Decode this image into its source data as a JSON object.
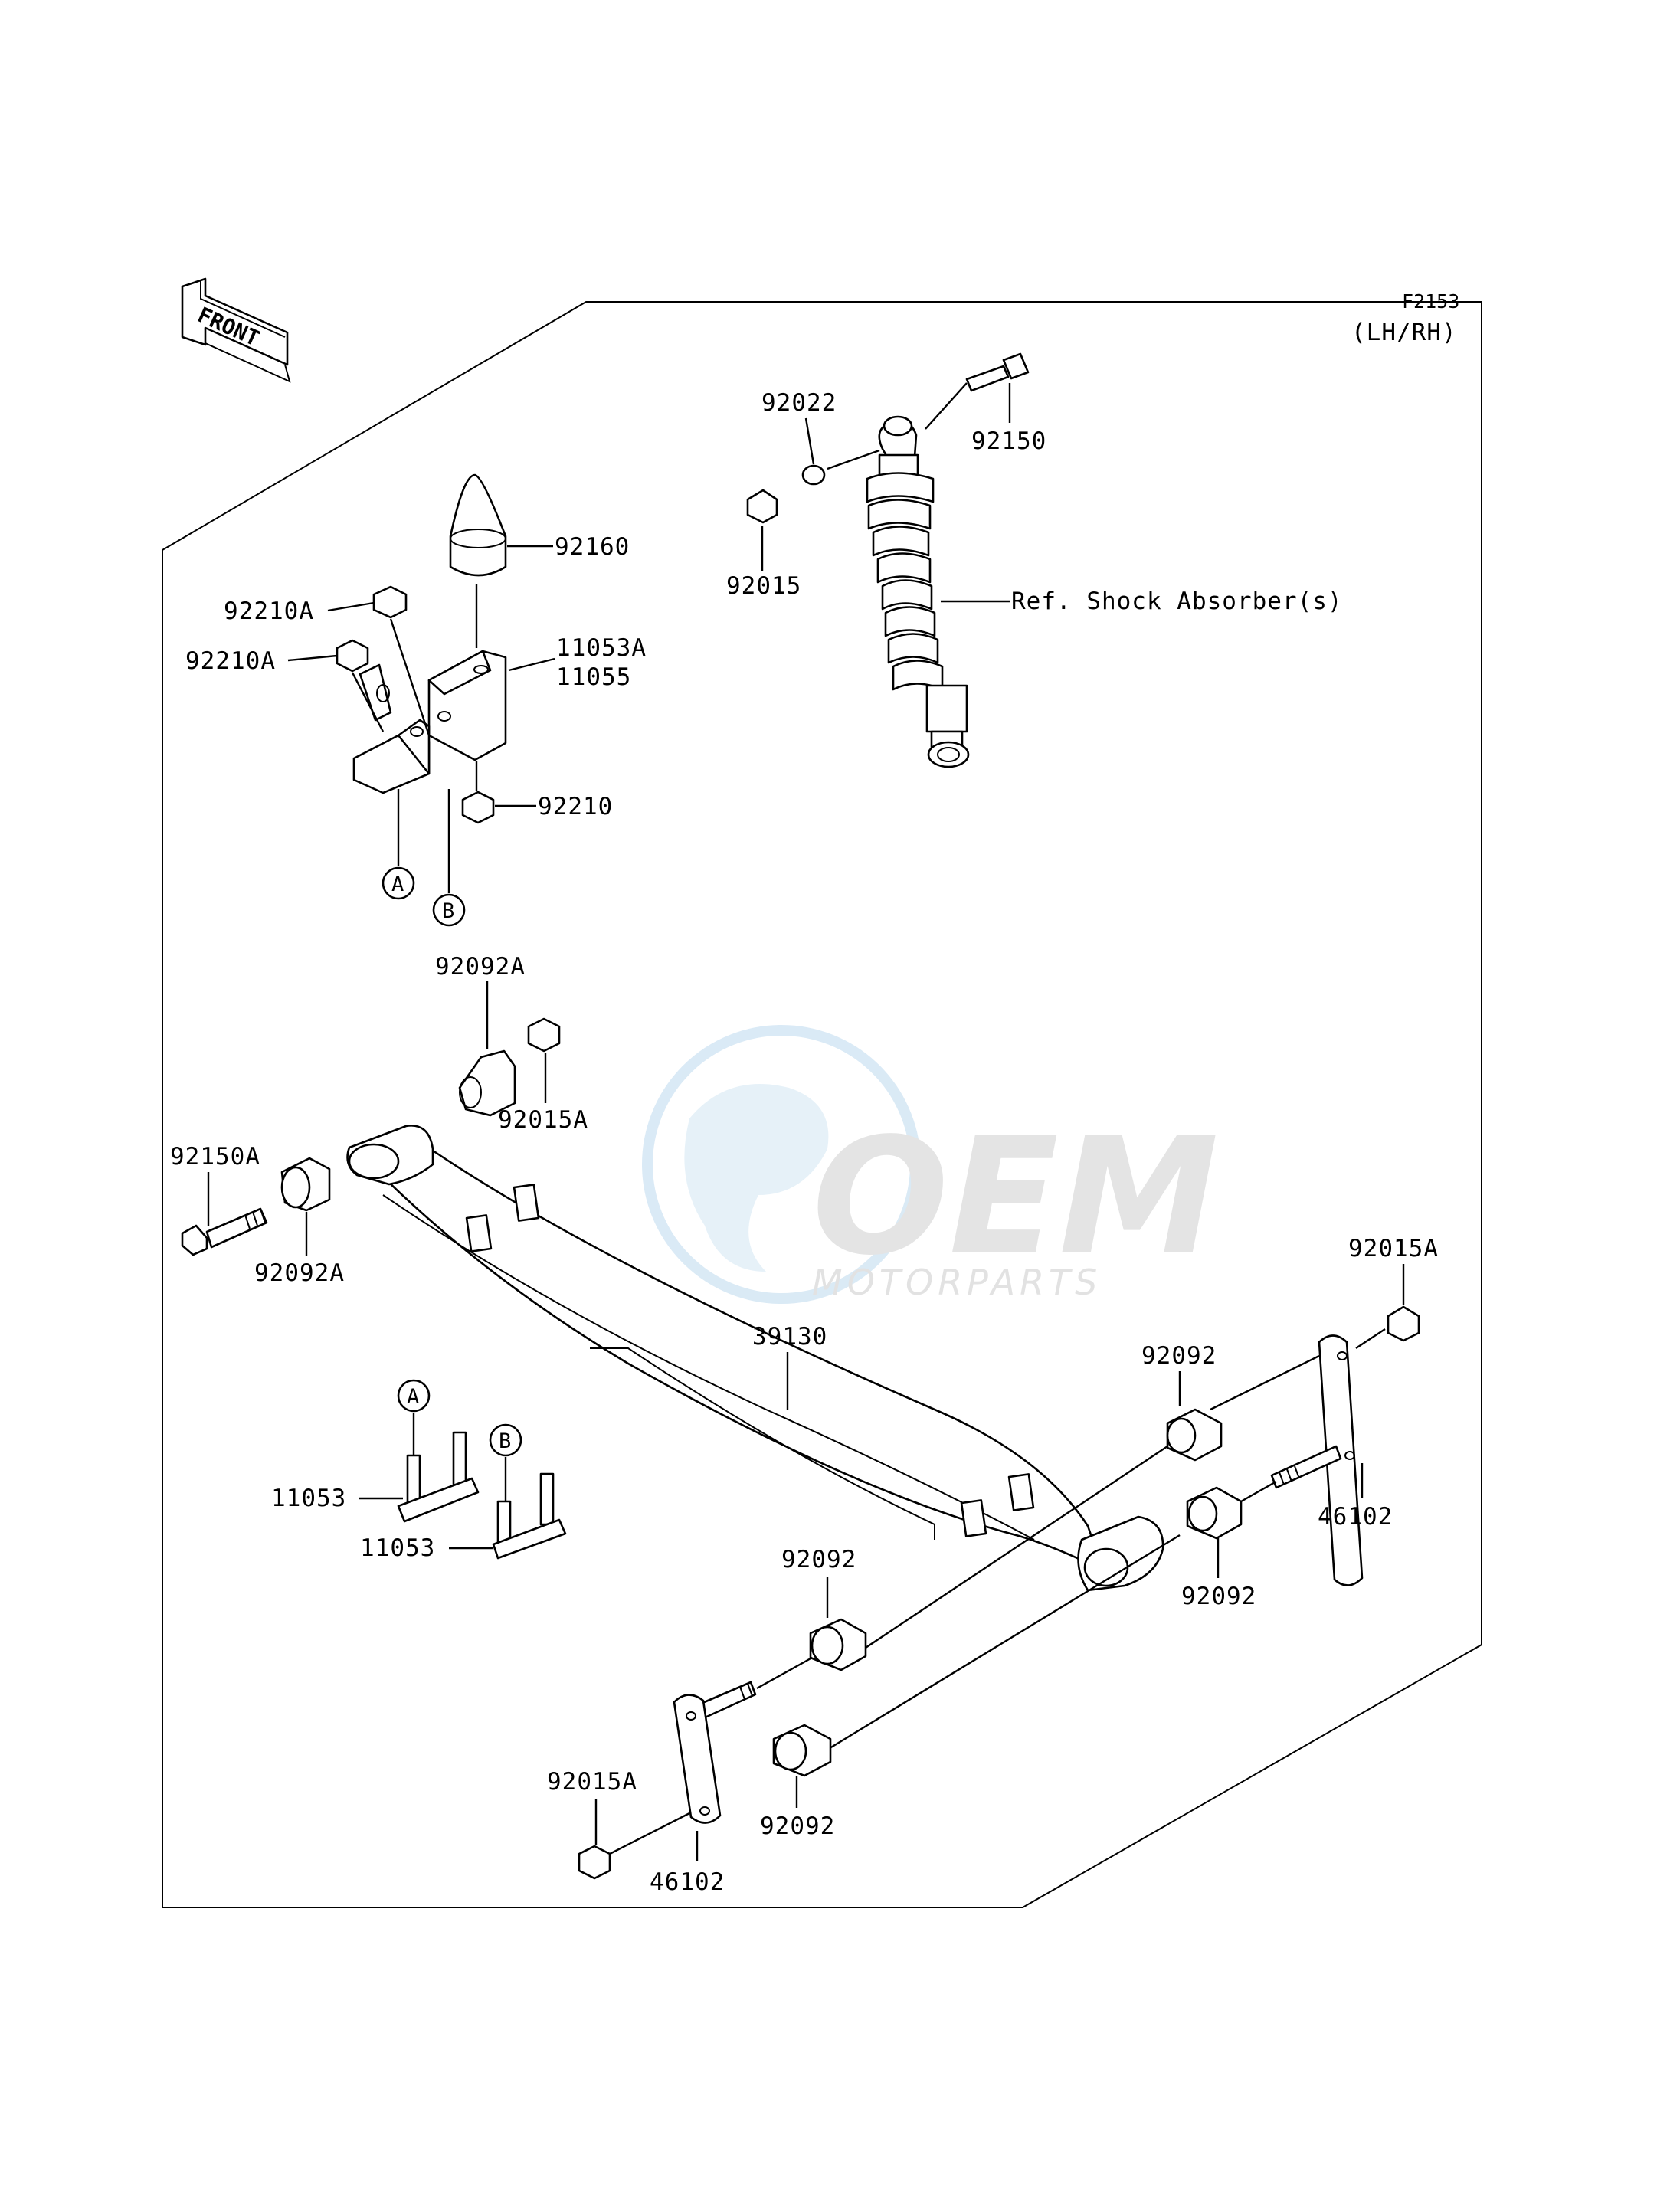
{
  "figure_code": "F2153",
  "side_note": "(LH/RH)",
  "front_arrow_label": "FRONT",
  "reference_note": "Ref. Shock Absorber(s)",
  "callouts": {
    "a": "A",
    "b": "B"
  },
  "parts": {
    "p92022": "92022",
    "p92150": "92150",
    "p92015": "92015",
    "p92160": "92160",
    "p92210A_1": "92210A",
    "p92210A_2": "92210A",
    "p11053A": "11053A",
    "p11055": "11055",
    "p92210": "92210",
    "p92092A_top": "92092A",
    "p92015A_top": "92015A",
    "p92150A": "92150A",
    "p92092A_left": "92092A",
    "p39130": "39130",
    "p92015A_right": "92015A",
    "p92092_right1": "92092",
    "p46102_right": "46102",
    "p92092_right2": "92092",
    "p11053_A": "11053",
    "p11053_B": "11053",
    "p92092_mid": "92092",
    "p92015A_bottom": "92015A",
    "p92092_bottom": "92092",
    "p46102_bottom": "46102"
  },
  "watermark": {
    "brand": "OEM",
    "sub": "MOTORPARTS",
    "color": "#bcd9ee"
  }
}
